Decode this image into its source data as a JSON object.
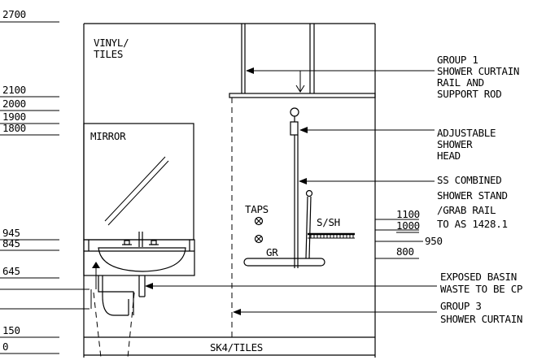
{
  "levels": {
    "l2700": "2700",
    "l2100": "2100",
    "l2000": "2000",
    "l1900": "1900",
    "l1800": "1800",
    "l945": "945",
    "l845": "845",
    "l645": "645",
    "l150": "150",
    "l0": "0",
    "r1100": "1100",
    "r1000": "1000",
    "r950": "950",
    "r800": "800"
  },
  "labels": {
    "vinyl_tiles": [
      "VINYL/",
      "TILES"
    ],
    "mirror": "MIRROR",
    "taps": "TAPS",
    "sh": "S/SH",
    "gr": "GR",
    "floor": "SK4/TILES"
  },
  "callouts": {
    "group1": [
      "GROUP 1",
      "SHOWER CURTAIN",
      "RAIL AND",
      "SUPPORT ROD"
    ],
    "adjustable": [
      "ADJUSTABLE",
      "SHOWER",
      "HEAD"
    ],
    "ss_combined": [
      "SS COMBINED",
      "SHOWER STAND",
      "/GRAB RAIL",
      "TO AS 1428.1"
    ],
    "exposed": [
      "EXPOSED BASIN",
      "WASTE TO BE CP"
    ],
    "group3": [
      "GROUP 3",
      "SHOWER CURTAIN"
    ]
  }
}
